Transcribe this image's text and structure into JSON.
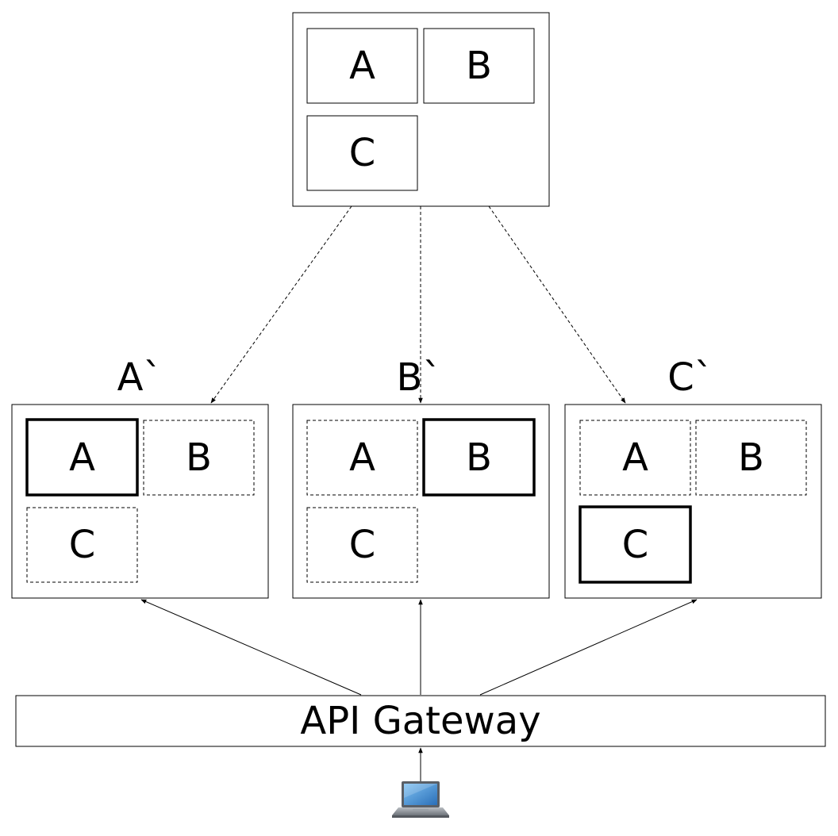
{
  "source_box": {
    "modules": [
      "A",
      "B",
      "C"
    ]
  },
  "services": [
    {
      "heading": "A`",
      "modules": [
        "A",
        "B",
        "C"
      ],
      "active_module": "A"
    },
    {
      "heading": "B`",
      "modules": [
        "A",
        "B",
        "C"
      ],
      "active_module": "B"
    },
    {
      "heading": "C`",
      "modules": [
        "A",
        "B",
        "C"
      ],
      "active_module": "C"
    }
  ],
  "gateway": {
    "label": "API Gateway"
  },
  "client": {
    "icon": "laptop-icon"
  },
  "colors": {
    "stroke": "#000000",
    "background": "#ffffff",
    "laptop_screen": "#3b8fd6",
    "laptop_body": "#8a8f96"
  }
}
